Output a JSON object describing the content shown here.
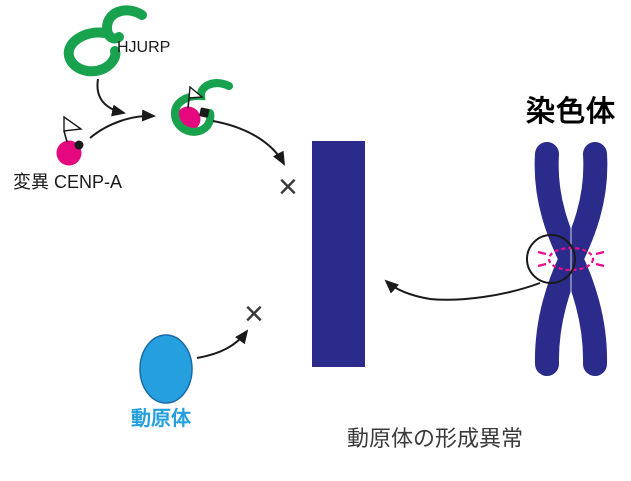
{
  "diagram": {
    "labels": {
      "hjurp": "HJURP",
      "mutant_cenpa": "変異 CENP-A",
      "chromosome": "染色体",
      "kinetochore": "動原体",
      "caption": "動原体の形成異常"
    },
    "symbols": {
      "failure_cross": "×"
    },
    "icons": {
      "hjurp_squiggle": "green-squiggle-protein-icon",
      "mutation_flag": "white-flag-icon",
      "mutation_dot": "black-dot-icon",
      "chromatin_block": "navy-rectangle",
      "chromosome_x": "x-shaped-chromosome-icon",
      "centromere_marks": "magenta-dashed-centromere-icon",
      "magnifier_circle": "zoom-circle-icon",
      "kinetochore_ellipse": "blue-ellipse-icon"
    },
    "colors": {
      "hjurp_green": "#18a24d",
      "cenpa_magenta": "#e4077e",
      "chromatin_navy": "#2a2b8b",
      "kinetochore_blue": "#259fdd",
      "centromere_magenta": "#ee0a8c",
      "arrow_black": "#1a1a1a",
      "caption_gray": "#3a3a3a"
    }
  }
}
